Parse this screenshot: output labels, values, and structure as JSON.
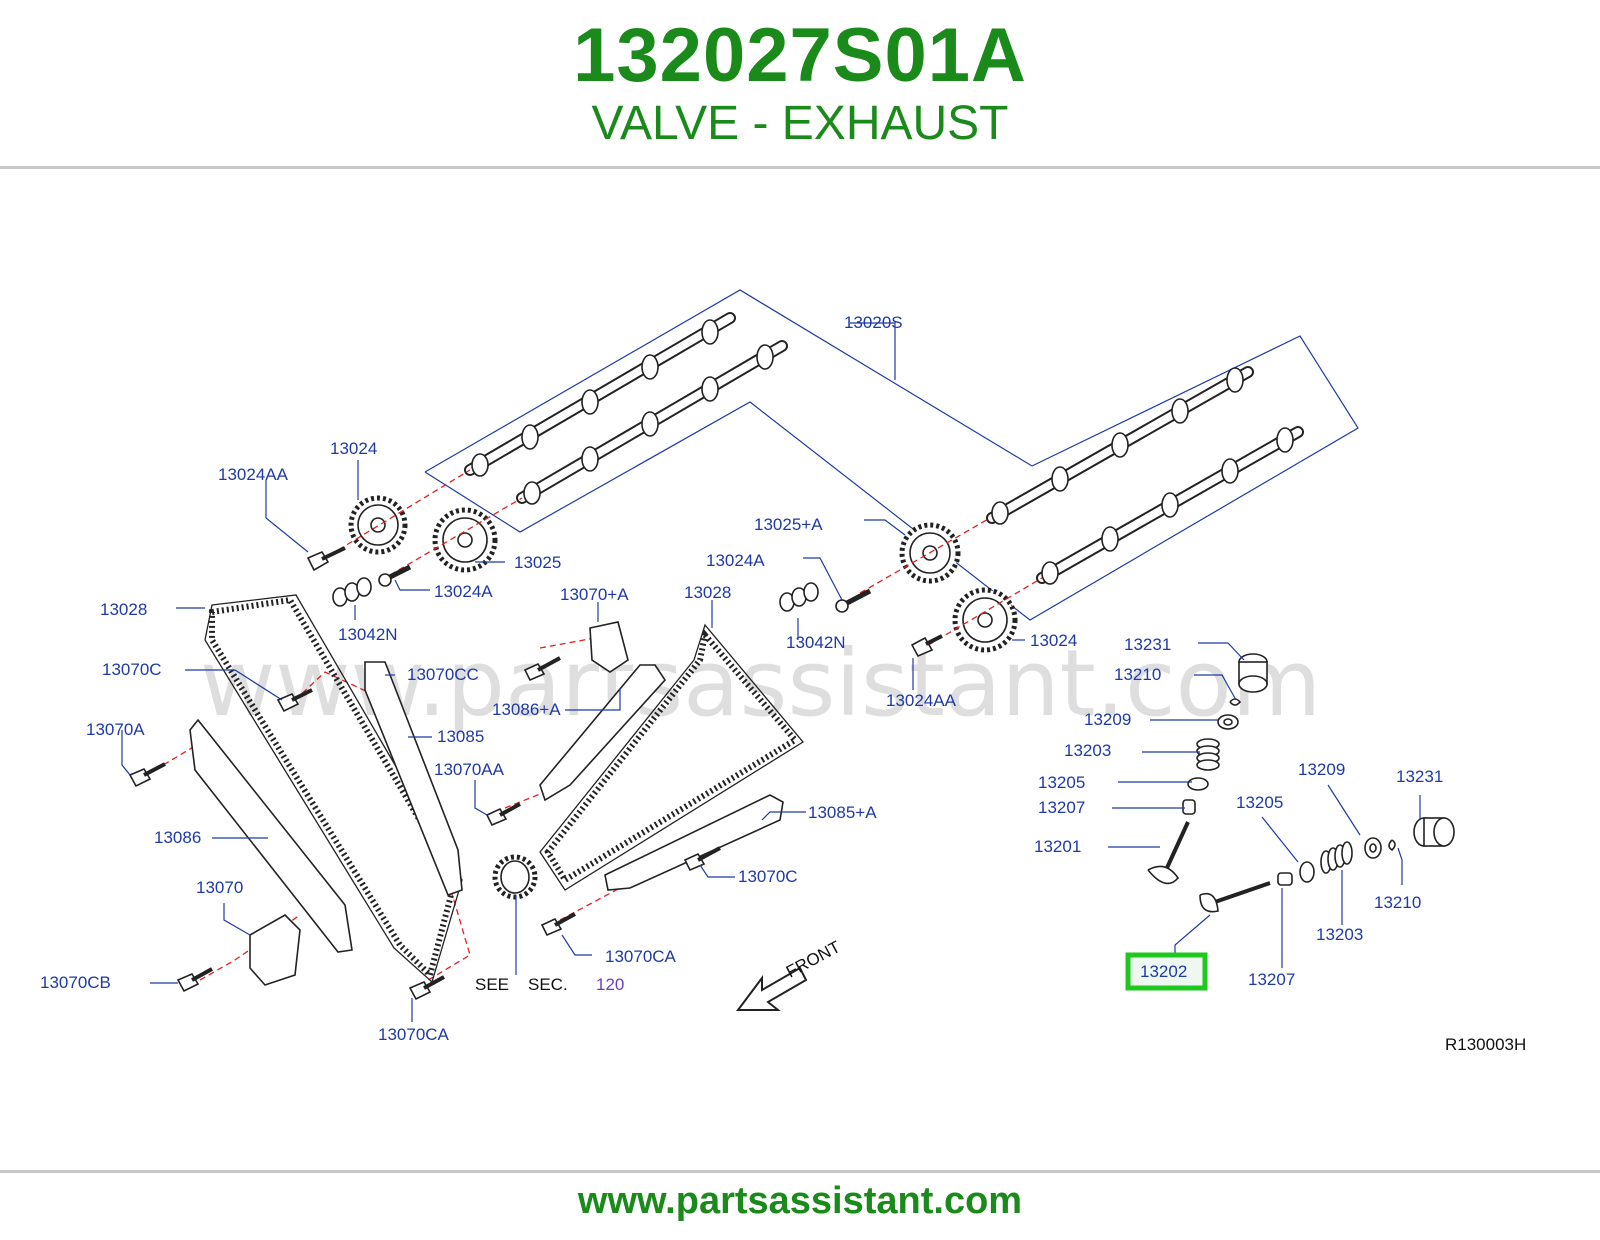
{
  "header": {
    "part_number": "132027S01A",
    "part_name": "VALVE - EXHAUST"
  },
  "footer": {
    "url": "www.partsassistant.com"
  },
  "watermark": "www.partsassistant.com",
  "diagram": {
    "reference_code": "R130003H",
    "front_label": "FRONT",
    "see_label": "SEE",
    "sec_label": "SEC.",
    "sec_number": "120",
    "highlighted_part": "13202",
    "callouts": [
      "13020S",
      "13024",
      "13024AA",
      "13025",
      "13024A",
      "13042N",
      "13028",
      "13070C",
      "13070CC",
      "13070A",
      "13085",
      "13070AA",
      "13086",
      "13070",
      "13070CB",
      "13070CA",
      "13070+A",
      "13086+A",
      "13028",
      "13025+A",
      "13024A",
      "13042N",
      "13024",
      "13024AA",
      "13085+A",
      "13070C",
      "13070CA",
      "13231",
      "13210",
      "13209",
      "13203",
      "13205",
      "13207",
      "13201",
      "13209",
      "13231",
      "13205",
      "13210",
      "13203",
      "13207",
      "13202"
    ]
  },
  "colors": {
    "brand_green": "#1a8a1a",
    "callout_blue": "#1f3aa8",
    "highlight_green": "#1ec81e",
    "centerline_red": "#e02020"
  }
}
